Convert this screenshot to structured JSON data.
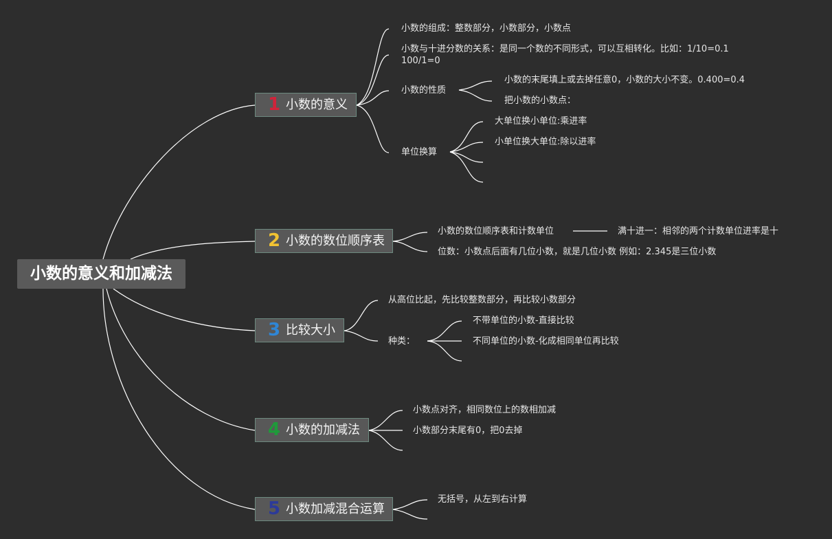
{
  "root": {
    "label": "小数的意义和加减法"
  },
  "branches": [
    {
      "num": "1",
      "num_color": "#d0233a",
      "label": "小数的意义",
      "items": {
        "composition": "小数的组成：整数部分，小数部分，小数点",
        "relation_line1": "小数与十进分数的关系：是同一个数的不同形式，可以互相转化。比如：1/10=0.1",
        "relation_line2": "100/1=0",
        "property": "小数的性质",
        "property_sub1": "小数的末尾填上或去掉任意0，小数的大小不变。0.400=0.4",
        "property_sub2": "把小数的小数点：",
        "unit_conversion": "单位换算",
        "unit_sub1": "大单位换小单位:乘进率",
        "unit_sub2": "小单位换大单位:除以进率"
      }
    },
    {
      "num": "2",
      "num_color": "#f1c232",
      "label": "小数的数位顺序表",
      "items": {
        "table_counting_unit": "小数的数位顺序表和计数单位",
        "decimal_rule": "满十进一：相邻的两个计数单位进率是十",
        "digits": "位数：小数点后面有几位小数，就是几位小数 例如：2.345是三位小数"
      }
    },
    {
      "num": "3",
      "num_color": "#2f86d6",
      "label": "比较大小",
      "items": {
        "compare_rule": "从高位比起，先比较整数部分，再比较小数部分",
        "kinds": "种类：",
        "kinds_sub1": "不带单位的小数-直接比较",
        "kinds_sub2": "不同单位的小数-化成相同单位再比较"
      }
    },
    {
      "num": "4",
      "num_color": "#1f9a3a",
      "label": "小数的加减法",
      "items": {
        "align": "小数点对齐，相同数位上的数相加减",
        "trailing_zero": "小数部分末尾有0，把0去掉"
      }
    },
    {
      "num": "5",
      "num_color": "#2c3a99",
      "label": "小数加减混合运算",
      "items": {
        "no_brackets": "无括号，从左到右计算"
      }
    }
  ]
}
